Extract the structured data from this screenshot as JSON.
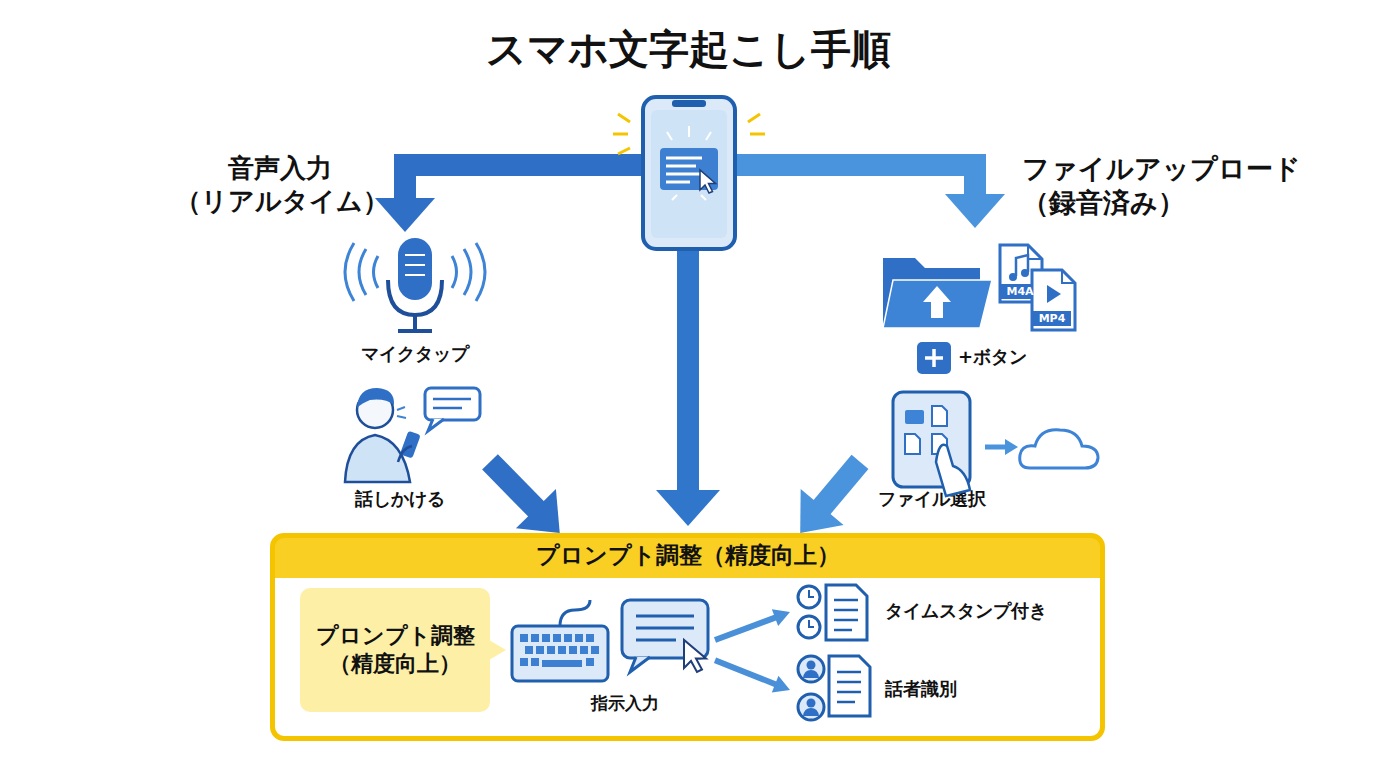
{
  "diagram": {
    "title": "スマホ文字起こし手順",
    "nodes": [
      {
        "text": [
          "音声入力 （リアルタイム）",
          "マイクタップ",
          "話しかける"
        ]
      },
      {
        "text": [
          "ファイルアップロード （録音済み）",
          "+ボタン",
          "ファイル選択"
        ]
      },
      {
        "text": [
          "プロンプト調整（精度向上）"
        ]
      },
      {
        "text": [
          "プロンプト調整 （精度向上）"
        ],
        "in": 2
      },
      {
        "text": [
          "指示入力"
        ],
        "in": 2
      },
      {
        "text": [
          "タイムスタンプ付き"
        ],
        "in": 2
      },
      {
        "text": [
          "話者識別"
        ],
        "in": 2
      }
    ],
    "edges": [
      {
        "from": 0,
        "to": 2,
        "arrow": "to"
      },
      {
        "from": 1,
        "to": 2,
        "arrow": "to"
      },
      {
        "from": 4,
        "to": 5,
        "arrow": "to"
      },
      {
        "from": 4,
        "to": 6,
        "arrow": "to"
      }
    ],
    "labels": [
      "M4A",
      "MP4"
    ]
  }
}
